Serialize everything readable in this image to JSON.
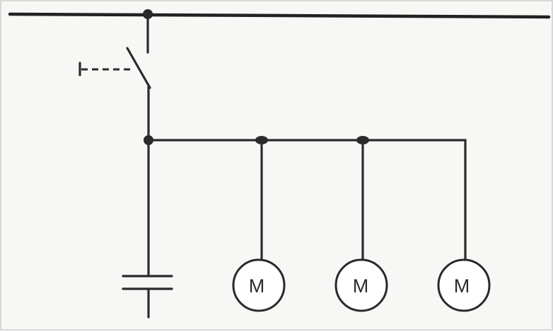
{
  "diagram": {
    "motors": [
      {
        "label": "M"
      },
      {
        "label": "M"
      },
      {
        "label": "M"
      }
    ],
    "components": [
      "main-busbar",
      "isolating-switch",
      "capacitor",
      "motor"
    ],
    "colors": {
      "line": "#2b2b2b",
      "background": "#f7f7f5"
    }
  }
}
